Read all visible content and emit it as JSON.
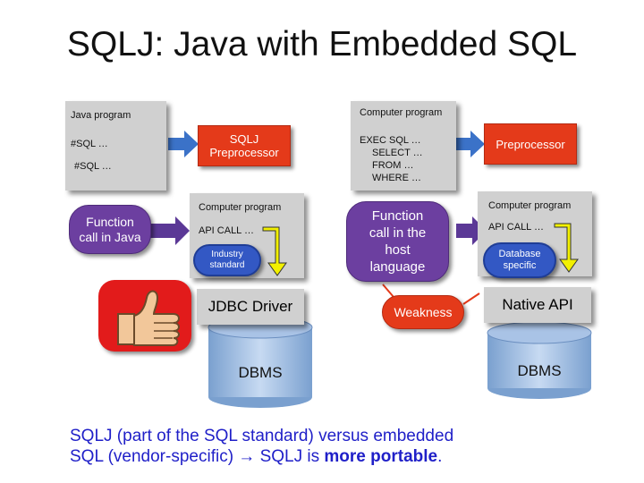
{
  "title": "SQLJ:  Java with Embedded SQL",
  "left": {
    "java_box": {
      "title": "Java program",
      "line1": "#SQL …",
      "line2": "#SQL …"
    },
    "preprocessor": {
      "line1": "SQLJ",
      "line2": "Preprocessor"
    },
    "function_call": {
      "line1": "Function",
      "line2": "call in Java"
    },
    "computer_program": {
      "title": "Computer program",
      "api": "API CALL …"
    },
    "industry": {
      "line1": "Industry",
      "line2": "standard"
    },
    "driver": "JDBC Driver",
    "dbms": "DBMS"
  },
  "right": {
    "computer_box": {
      "title": "Computer program",
      "l1": "EXEC  SQL …",
      "l2": "SELECT …",
      "l3": "FROM …",
      "l4": "WHERE …"
    },
    "preprocessor": "Preprocessor",
    "function_call": {
      "l1": "Function",
      "l2": "call in the",
      "l3": "host",
      "l4": "language"
    },
    "weakness": "Weakness",
    "computer_program": {
      "title": "Computer program",
      "api": "API CALL …"
    },
    "database": {
      "line1": "Database",
      "line2": "specific"
    },
    "native": "Native API",
    "dbms": "DBMS"
  },
  "footer": {
    "line1": "SQLJ (part of the SQL standard) versus embedded",
    "line2_a": "SQL (vendor-specific)  →  SQLJ is ",
    "line2_b": "more portable",
    "line2_c": "."
  },
  "colors": {
    "red": "#e43a1a",
    "purple": "#6c3fa0",
    "blue": "#3358c4",
    "gray": "#d0d0d0",
    "yellow": "#f2f000"
  }
}
